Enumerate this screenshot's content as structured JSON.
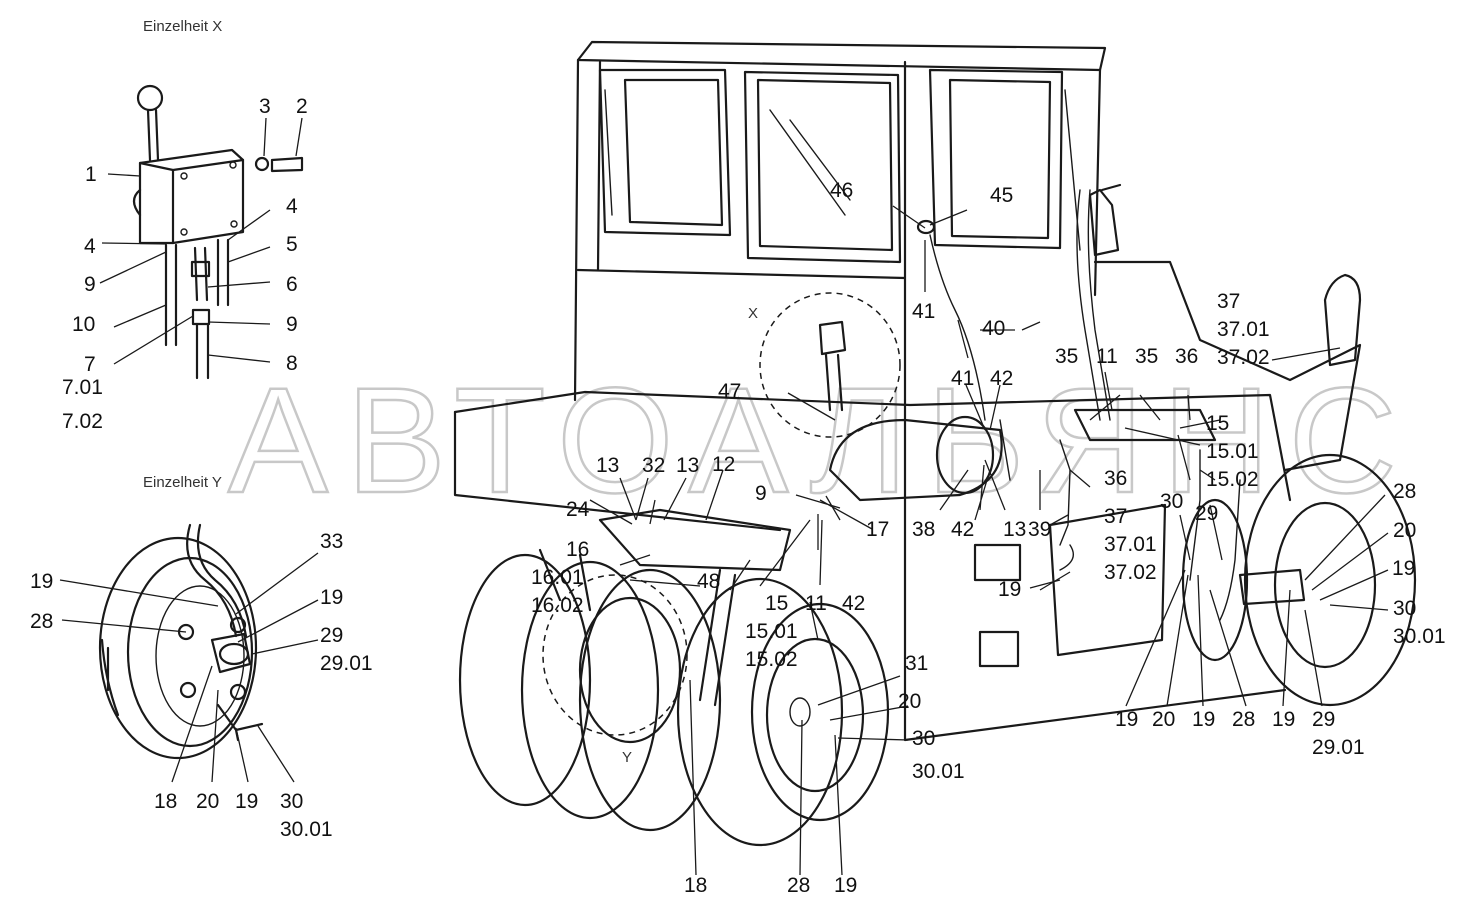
{
  "watermark": "АВТОАЛЬЯНС",
  "detail_x": {
    "caption": "Einzelheit X",
    "labels": [
      "1",
      "2",
      "3",
      "4",
      "4",
      "5",
      "6",
      "7",
      "7.01",
      "7.02",
      "8",
      "9",
      "9",
      "10"
    ]
  },
  "detail_y": {
    "caption": "Einzelheit Y",
    "labels": [
      "18",
      "19",
      "19",
      "19",
      "20",
      "28",
      "29",
      "29.01",
      "30",
      "30.01",
      "33"
    ]
  },
  "main_view": {
    "circle_x_letter": "X",
    "circle_y_letter": "Y",
    "labels": [
      "9",
      "11",
      "11",
      "11",
      "12",
      "13",
      "13",
      "13",
      "15",
      "15",
      "15.01",
      "15.01",
      "15.02",
      "15.02",
      "16",
      "16.01",
      "16.02",
      "17",
      "18",
      "19",
      "19",
      "19",
      "19",
      "19",
      "19",
      "20",
      "20",
      "20",
      "24",
      "28",
      "28",
      "28",
      "28",
      "29",
      "29",
      "29.01",
      "30",
      "30",
      "30",
      "30.01",
      "30.01",
      "31",
      "32",
      "35",
      "35",
      "36",
      "36",
      "37",
      "37",
      "37.01",
      "37.01",
      "37.02",
      "37.02",
      "38",
      "39",
      "40",
      "41",
      "41",
      "42",
      "42",
      "42",
      "45",
      "46",
      "47",
      "48"
    ]
  }
}
